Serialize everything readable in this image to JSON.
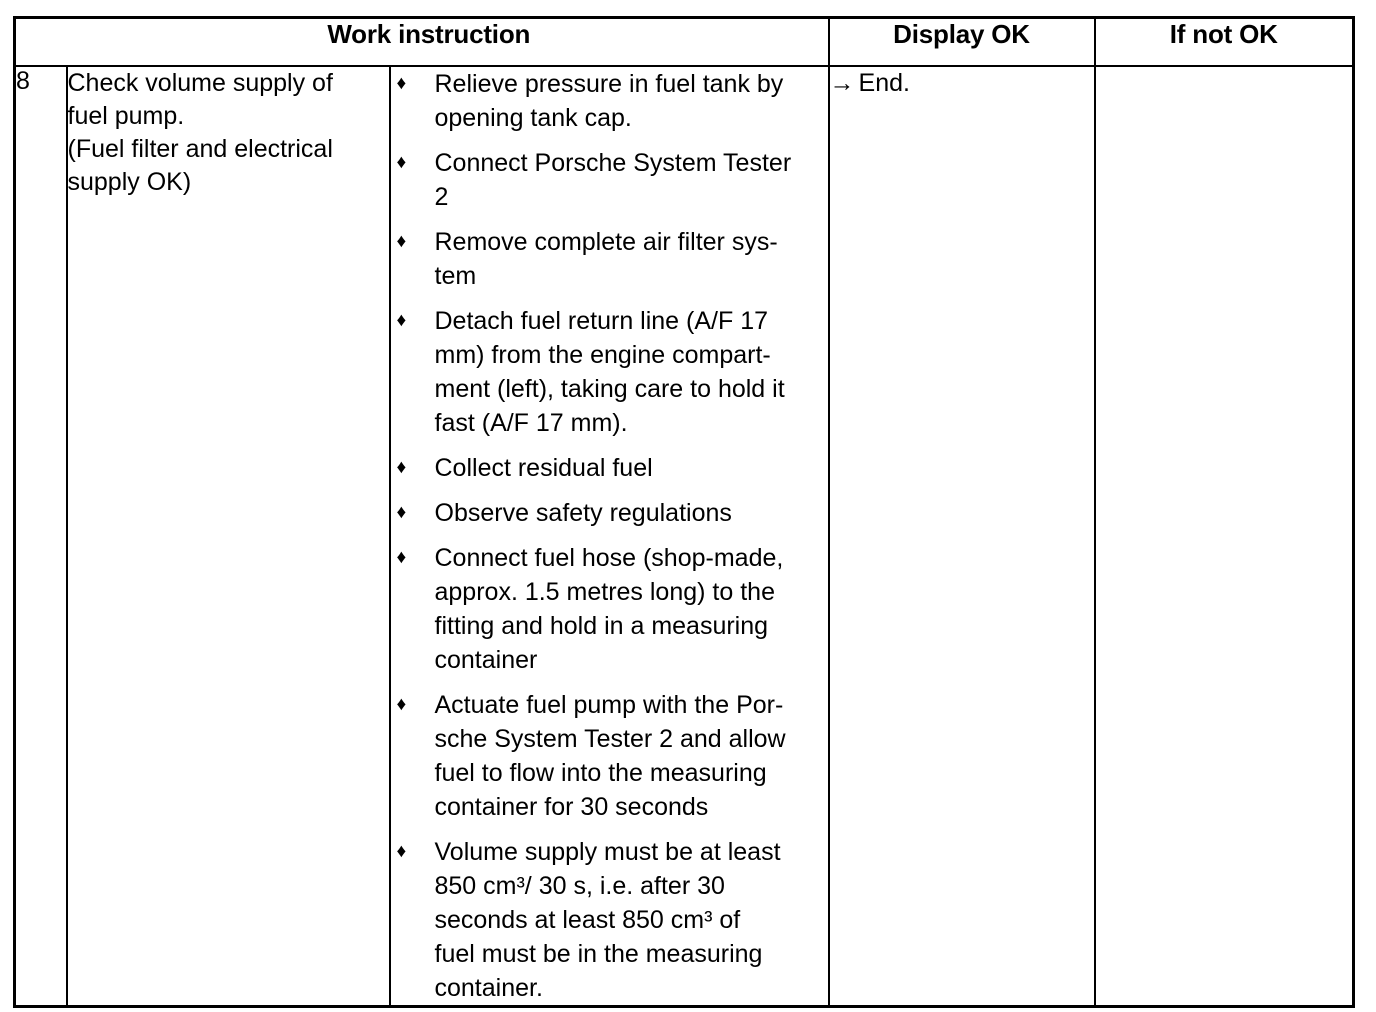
{
  "table": {
    "headers": {
      "work_instruction": "Work instruction",
      "display_ok": "Display OK",
      "if_not_ok": "If not OK"
    },
    "row": {
      "number": "8",
      "task_lines": [
        "Check volume supply of",
        "fuel pump.",
        "(Fuel filter and electrical",
        "supply OK)"
      ],
      "task_text": "Check volume supply of fuel pump. (Fuel filter and electrical supply OK)",
      "bullet_glyph": "♦",
      "steps": [
        {
          "text": "Relieve pressure in fuel tank by opening tank cap.",
          "lines": [
            "Relieve pressure in fuel tank by",
            "opening tank cap."
          ]
        },
        {
          "text": "Connect Porsche System Tester 2",
          "lines": [
            "Connect Porsche System Tester",
            "2"
          ]
        },
        {
          "text": "Remove complete air filter system",
          "lines": [
            "Remove complete air filter sys-",
            "tem"
          ]
        },
        {
          "text": "Detach fuel return line (A/F 17 mm) from the engine compartment (left), taking care to hold it fast (A/F 17 mm).",
          "lines": [
            "Detach fuel return line (A/F 17",
            "mm) from the engine compart-",
            "ment (left), taking care to hold it",
            "fast (A/F 17 mm)."
          ]
        },
        {
          "text": "Collect residual fuel",
          "lines": [
            "Collect residual fuel"
          ]
        },
        {
          "text": "Observe safety regulations",
          "lines": [
            "Observe safety regulations"
          ]
        },
        {
          "text": "Connect fuel hose (shop-made, approx. 1.5 metres long) to the fitting and hold in a measuring container",
          "lines": [
            "Connect fuel hose (shop-made,",
            "approx. 1.5 metres long) to the",
            "fitting and hold in a measuring",
            "container"
          ]
        },
        {
          "text": "Actuate fuel pump with the Porsche System Tester 2 and allow fuel to flow into the measuring container for 30 seconds",
          "lines": [
            "Actuate fuel pump with the Por-",
            "sche System Tester 2 and allow",
            "fuel to flow into the measuring",
            "container for 30 seconds"
          ]
        },
        {
          "text": "Volume supply must be at least 850 cm3/ 30 s, i.e. after 30 seconds at least 850 cm3 of fuel must be in the measuring container.",
          "lines": [
            "Volume supply must be at least",
            "850 cm³/ 30 s, i.e. after 30",
            "seconds at least 850 cm³ of",
            "fuel must be in the measuring",
            "container."
          ]
        }
      ],
      "display_ok_arrow": "→",
      "display_ok_text": "End.",
      "if_not_ok_text": ""
    }
  },
  "colors": {
    "border": "#000000",
    "text": "#000000",
    "background": "#ffffff"
  }
}
